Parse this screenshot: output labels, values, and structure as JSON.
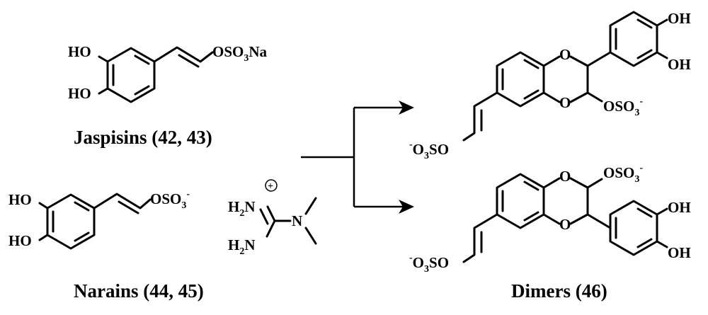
{
  "captions": {
    "jaspisins": "Jaspisins (42, 43)",
    "narains": "Narains (44, 45)",
    "dimers": "Dimers (46)"
  },
  "jaspisin": {
    "ho1": "HO",
    "ho2": "HO",
    "sulfate_a": "OSO",
    "sulfate_sub": "3",
    "sulfate_b": "Na"
  },
  "narain": {
    "ho1": "HO",
    "ho2": "HO",
    "sulfate_a": "OSO",
    "sulfate_sub": "3",
    "sulfate_charge": "-"
  },
  "guanidinium": {
    "h2n_top_h": "H",
    "h2n_top_sub": "2",
    "h2n_top_n": "N",
    "h2n_bot_h": "H",
    "h2n_bot_sub": "2",
    "h2n_bot_n": "N",
    "n_methyl": "N",
    "plus": "+"
  },
  "dimer_top": {
    "ring_o1": "O",
    "ring_o2": "O",
    "oh1": "OH",
    "oh2": "OH",
    "sulfate_a": "OSO",
    "sulfate_sub": "3",
    "sulfate_charge": "-",
    "vinyl_charge": "-",
    "vinyl_a": "O",
    "vinyl_sub": "3",
    "vinyl_b": "SO"
  },
  "dimer_bottom": {
    "ring_o1": "O",
    "ring_o2": "O",
    "oh1": "OH",
    "oh2": "OH",
    "sulfate_a": "OSO",
    "sulfate_sub": "3",
    "sulfate_charge": "-",
    "vinyl_charge": "-",
    "vinyl_a": "O",
    "vinyl_sub": "3",
    "vinyl_b": "SO"
  }
}
